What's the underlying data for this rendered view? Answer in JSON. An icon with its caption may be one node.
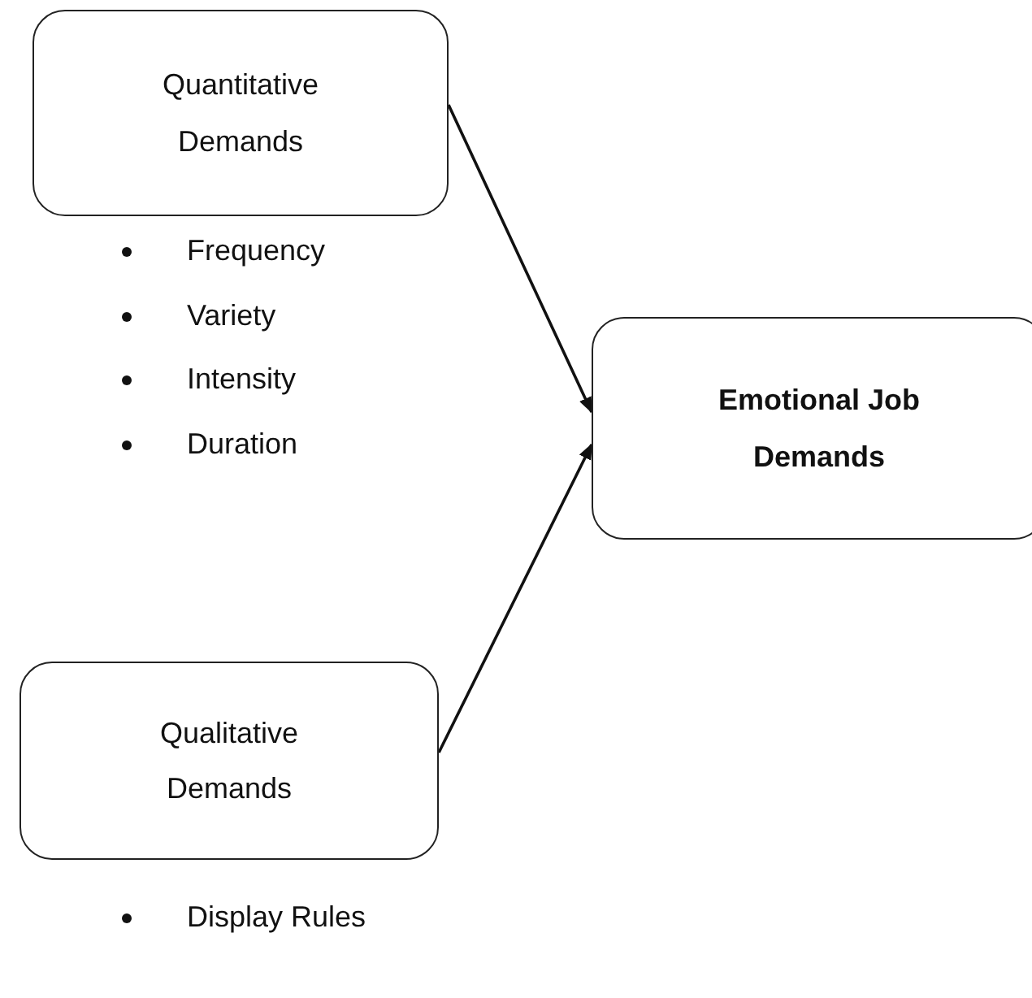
{
  "diagram": {
    "nodes": [
      {
        "text": [
          "Quantitative Demands"
        ],
        "beside": [
          "Frequency",
          "Variety",
          "Intensity",
          "Duration"
        ]
      },
      {
        "text": [
          "Emotional Job Demands"
        ]
      },
      {
        "text": [
          "Qualitative Demands"
        ],
        "beside": [
          "Display Rules"
        ]
      }
    ],
    "edges": [
      {
        "from": 0,
        "to": 1,
        "arrow": "to"
      },
      {
        "from": 2,
        "to": 1,
        "arrow": "to"
      }
    ]
  }
}
